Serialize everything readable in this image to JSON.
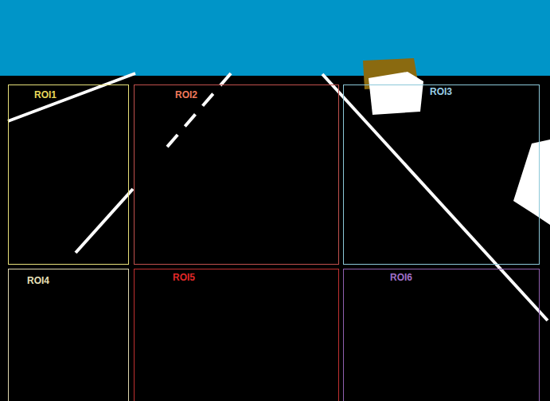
{
  "diagram": {
    "nodes": [
      {
        "text": [
          "ROI1"
        ]
      },
      {
        "text": [
          "ROI2"
        ]
      },
      {
        "text": [
          "ROI3"
        ]
      },
      {
        "text": [
          "ROI4"
        ]
      },
      {
        "text": [
          "ROI5"
        ]
      },
      {
        "text": [
          "ROI6"
        ]
      }
    ]
  }
}
